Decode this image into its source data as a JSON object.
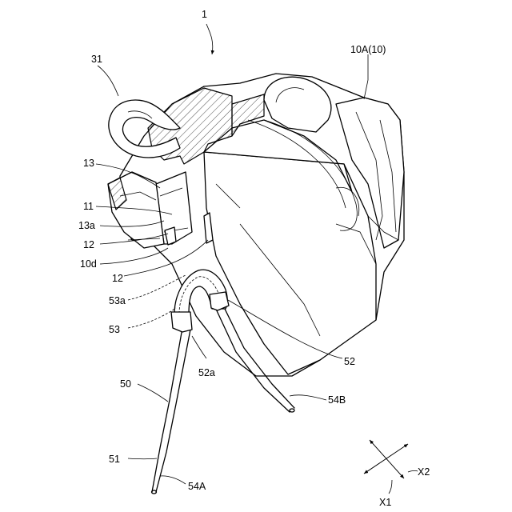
{
  "labels": {
    "ref_1": "1",
    "ref_31": "31",
    "ref_10A": "10A(10)",
    "ref_13": "13",
    "ref_11": "11",
    "ref_13a": "13a",
    "ref_12_top": "12",
    "ref_10d": "10d",
    "ref_12_bottom": "12",
    "ref_53a": "53a",
    "ref_53": "53",
    "ref_52": "52",
    "ref_52a": "52a",
    "ref_50": "50",
    "ref_54B": "54B",
    "ref_51": "51",
    "ref_54A": "54A",
    "axis_x2": "X2",
    "axis_x1": "X1"
  }
}
